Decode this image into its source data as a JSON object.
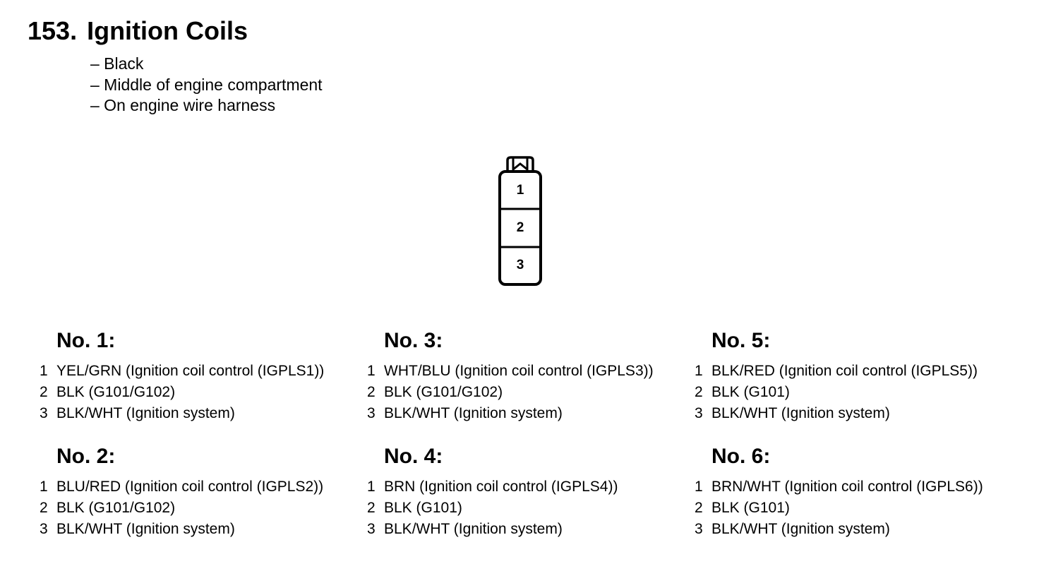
{
  "header": {
    "number": "153.",
    "title": "Ignition Coils"
  },
  "notes": [
    "– Black",
    "– Middle of engine compartment",
    "– On engine wire harness"
  ],
  "connector": {
    "cavities": [
      "1",
      "2",
      "3"
    ]
  },
  "groups": [
    {
      "title": "No. 1:",
      "pins": [
        {
          "no": "1",
          "desc": "YEL/GRN (Ignition coil control (IGPLS1))"
        },
        {
          "no": "2",
          "desc": "BLK (G101/G102)"
        },
        {
          "no": "3",
          "desc": "BLK/WHT (Ignition system)"
        }
      ]
    },
    {
      "title": "No. 2:",
      "pins": [
        {
          "no": "1",
          "desc": "BLU/RED (Ignition coil control (IGPLS2))"
        },
        {
          "no": "2",
          "desc": "BLK (G101/G102)"
        },
        {
          "no": "3",
          "desc": "BLK/WHT (Ignition system)"
        }
      ]
    },
    {
      "title": "No. 3:",
      "pins": [
        {
          "no": "1",
          "desc": "WHT/BLU (Ignition coil control (IGPLS3))"
        },
        {
          "no": "2",
          "desc": "BLK (G101/G102)"
        },
        {
          "no": "3",
          "desc": "BLK/WHT (Ignition system)"
        }
      ]
    },
    {
      "title": "No. 4:",
      "pins": [
        {
          "no": "1",
          "desc": "BRN (Ignition coil control (IGPLS4))"
        },
        {
          "no": "2",
          "desc": "BLK (G101)"
        },
        {
          "no": "3",
          "desc": "BLK/WHT (Ignition system)"
        }
      ]
    },
    {
      "title": "No. 5:",
      "pins": [
        {
          "no": "1",
          "desc": "BLK/RED (Ignition coil control (IGPLS5))"
        },
        {
          "no": "2",
          "desc": "BLK (G101)"
        },
        {
          "no": "3",
          "desc": "BLK/WHT (Ignition system)"
        }
      ]
    },
    {
      "title": "No. 6:",
      "pins": [
        {
          "no": "1",
          "desc": "BRN/WHT (Ignition coil control (IGPLS6))"
        },
        {
          "no": "2",
          "desc": "BLK (G101)"
        },
        {
          "no": "3",
          "desc": "BLK/WHT (Ignition system)"
        }
      ]
    }
  ]
}
